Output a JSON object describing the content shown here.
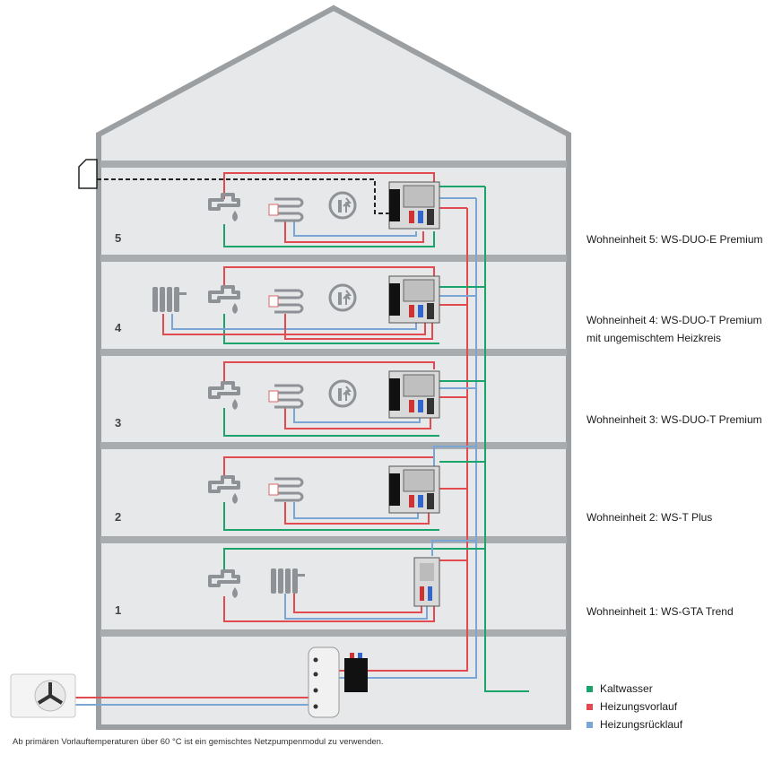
{
  "units": [
    {
      "floor": "5",
      "label": "Wohneinheit 5: WS-DUO-E Premium",
      "label2": ""
    },
    {
      "floor": "4",
      "label": "Wohneinheit 4: WS-DUO-T Premium",
      "label2": "mit ungemischtem Heizkreis"
    },
    {
      "floor": "3",
      "label": "Wohneinheit 3: WS-DUO-T Premium",
      "label2": ""
    },
    {
      "floor": "2",
      "label": "Wohneinheit 2: WS-T Plus",
      "label2": ""
    },
    {
      "floor": "1",
      "label": "Wohneinheit 1: WS-GTA Trend",
      "label2": ""
    }
  ],
  "legend": {
    "cold": {
      "label": "Kaltwasser",
      "color": "#1aa36b"
    },
    "flow": {
      "label": "Heizungsvorlauf",
      "color": "#e34a4f"
    },
    "return": {
      "label": "Heizungsrücklauf",
      "color": "#7aa6d6"
    }
  },
  "footnote": "Ab primären Vorlauftemperaturen über 60 °C ist ein gemischtes Netzpumpenmodul zu verwenden."
}
